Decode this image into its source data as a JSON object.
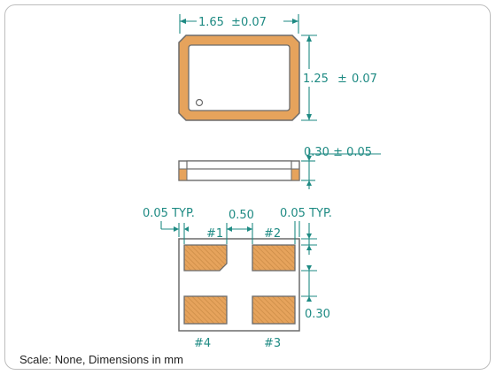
{
  "colors": {
    "outline": "#6b6b6b",
    "pad": "#e6a35c",
    "pad_hatch": "#c98a45",
    "dimension": "#1e8a83",
    "frame": "#bdbdbd"
  },
  "top_view": {
    "width_label": "1.65",
    "width_tol": "0.07",
    "height_label": "1.25",
    "height_tol": "0.07",
    "pm": "±"
  },
  "side_view": {
    "thickness_label": "0.30 ± 0.05"
  },
  "bottom_view": {
    "pad_gap_label_left": "0.05  TYP.",
    "pad_pitch_label": "0.50",
    "pad_gap_label_right": "0.05  TYP.",
    "pad_size_label": "0.30",
    "pins": [
      "#1",
      "#2",
      "#4",
      "#3"
    ]
  },
  "footer": {
    "scale_note": "Scale: None, Dimensions in mm"
  }
}
